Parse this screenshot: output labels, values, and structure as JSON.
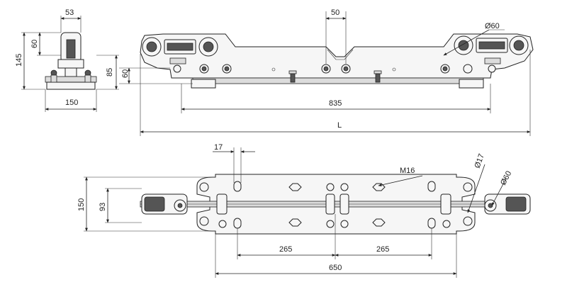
{
  "dimensions": {
    "top_width_53": "53",
    "height_145": "145",
    "height_60_side": "60",
    "height_85": "85",
    "height_60_front": "60",
    "width_150": "150",
    "spacing_50": "50",
    "diameter_60_top": "Ø60",
    "length_835": "835",
    "length_L": "L",
    "width_17": "17",
    "thread_m16": "M16",
    "diameter_17": "Ø17",
    "diameter_60_plan": "Ø60",
    "height_150_plan": "150",
    "height_93": "93",
    "spacing_265_left": "265",
    "spacing_265_right": "265",
    "length_650": "650"
  }
}
